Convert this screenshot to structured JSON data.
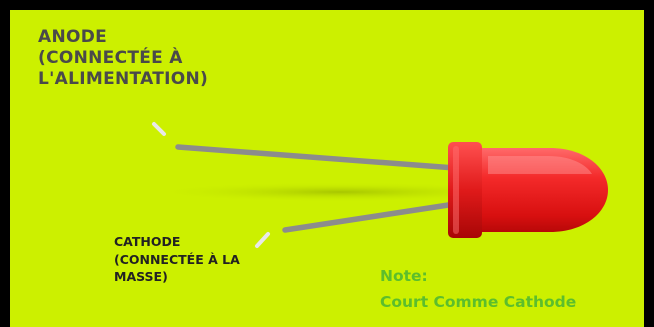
{
  "labels": {
    "anode": [
      "ANODE",
      "(CONNECTÉE À",
      "L'ALIMENTATION)"
    ],
    "cathode": [
      "CATHODE",
      "(CONNECTÉE À LA",
      "MASSE)"
    ],
    "note": [
      "Note:",
      "Court Comme Cathode"
    ]
  },
  "colors": {
    "background": "#ccf000",
    "border": "#000000",
    "led_body": "#f01c1c",
    "lead": "#8c8c8c",
    "note_text": "#5cbe2c"
  }
}
